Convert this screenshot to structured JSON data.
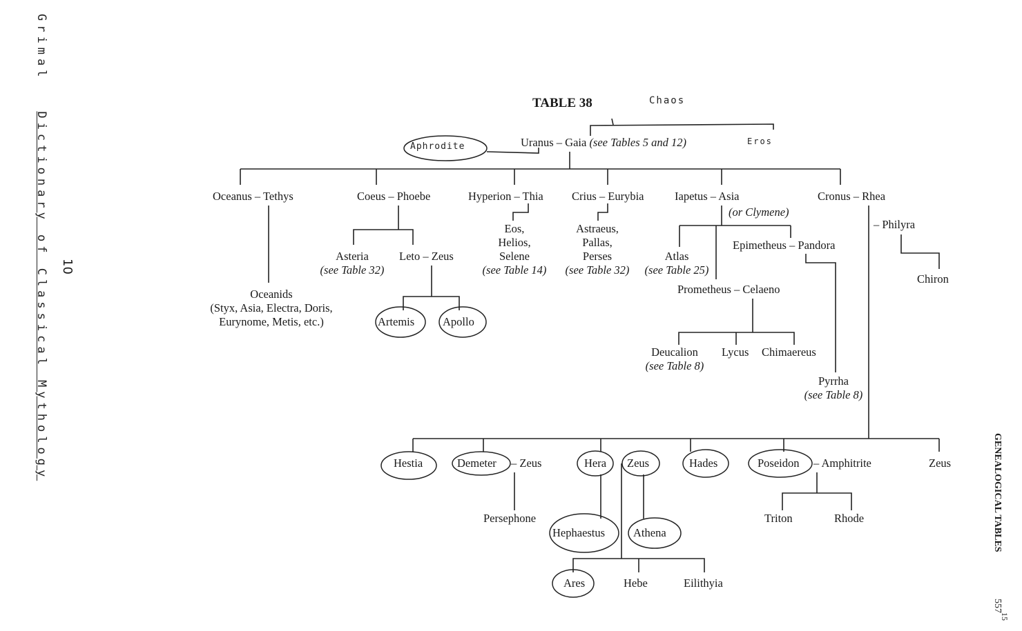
{
  "margin_note": {
    "author": "Grimal",
    "title": "Dictionary of Classical Mythology",
    "number": "10"
  },
  "header": {
    "table": "TABLE 38",
    "chaos": "Chaos",
    "eros": "Eros",
    "aphrodite": "Aphrodite",
    "uranus_gaia": "Uranus – Gaia",
    "uranus_ref": "(see Tables 5 and 12)"
  },
  "side": {
    "running_head": "GENEALOGICAL TABLES",
    "page": "557",
    "page_note": "15"
  },
  "titans": {
    "oceanus": "Oceanus – Tethys",
    "coeus": "Coeus – Phoebe",
    "hyperion": "Hyperion – Thia",
    "crius": "Crius – Eurybia",
    "iapetus": "Iapetus – Asia",
    "iapetus_alt": "(or Clymene)",
    "cronus": "Cronus – Rhea",
    "philyra": "– Philyra",
    "chiron": "Chiron"
  },
  "children": {
    "oceanids": [
      "Oceanids",
      "(Styx, Asia, Electra, Doris,",
      "Eurynome, Metis, etc.)"
    ],
    "asteria": [
      "Asteria",
      "(see Table 32)"
    ],
    "leto": "Leto – Zeus",
    "artemis": "Artemis",
    "apollo": "Apollo",
    "hyperion_kids": [
      "Eos,",
      "Helios,",
      "Selene",
      "(see Table 14)"
    ],
    "crius_kids": [
      "Astraeus,",
      "Pallas,",
      "Perses",
      "(see Table 32)"
    ],
    "atlas": [
      "Atlas",
      "(see Table 25)"
    ],
    "epimetheus": "Epimetheus – Pandora",
    "prometheus": "Prometheus – Celaeno",
    "deucalion": [
      "Deucalion",
      "(see Table 8)"
    ],
    "lycus": "Lycus",
    "chimaereus": "Chimaereus",
    "pyrrha": [
      "Pyrrha",
      "(see Table 8)"
    ]
  },
  "olympians": {
    "hestia": "Hestia",
    "demeter": "Demeter",
    "demeter_zeus": "– Zeus",
    "hera": "Hera",
    "zeus": "Zeus",
    "hades": "Hades",
    "poseidon": "Poseidon",
    "amphitrite": "– Amphitrite",
    "zeus2": "Zeus",
    "persephone": "Persephone",
    "triton": "Triton",
    "rhode": "Rhode",
    "hephaestus": "Hephaestus",
    "athena": "Athena",
    "ares": "Ares",
    "hebe": "Hebe",
    "eilithyia": "Eilithyia"
  }
}
